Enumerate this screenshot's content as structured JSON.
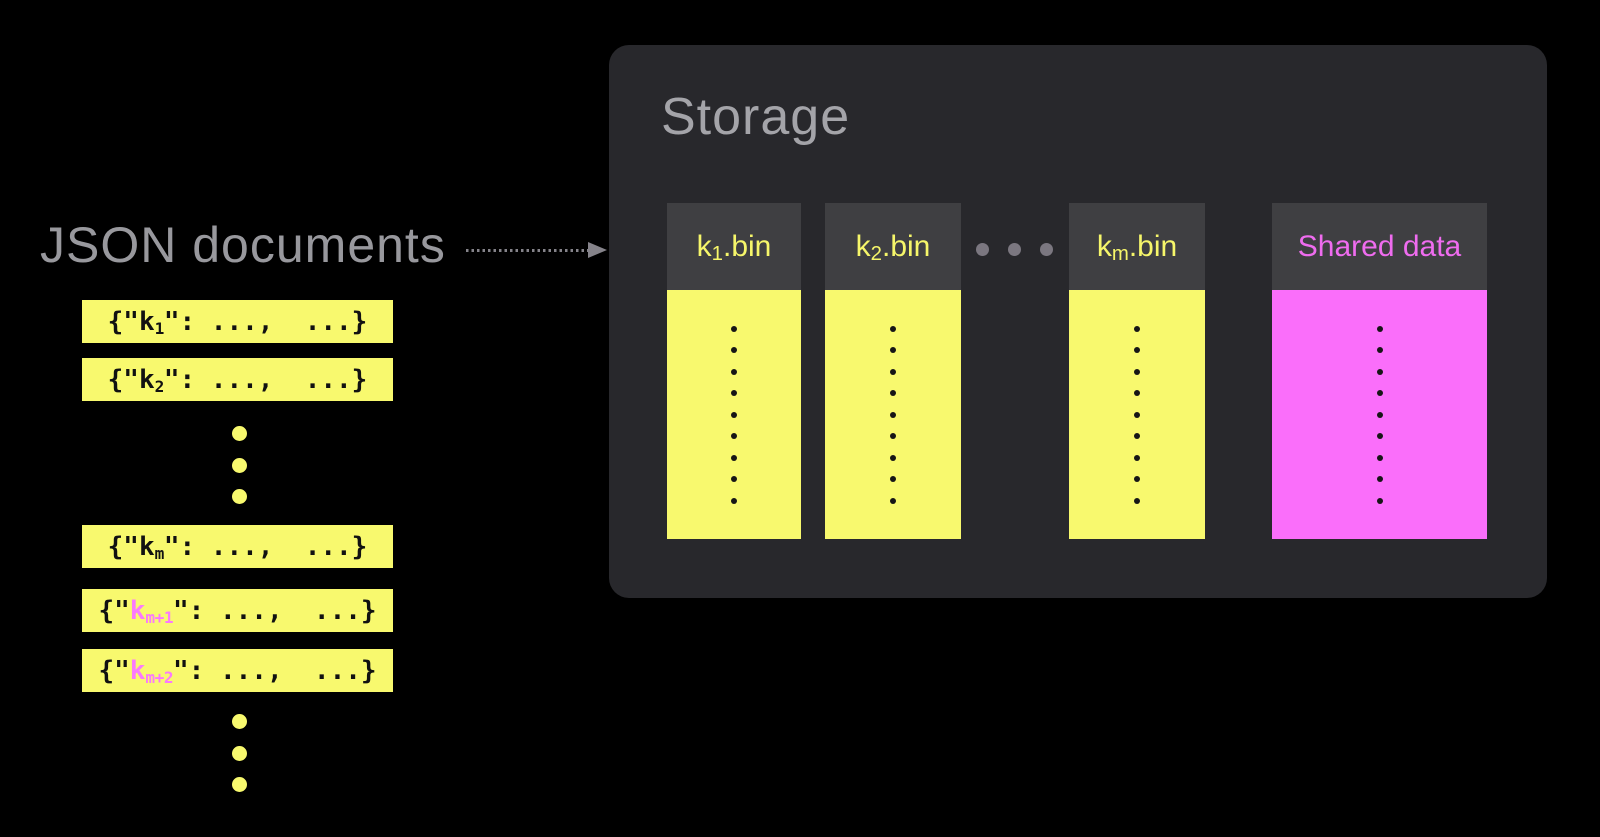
{
  "left_panel": {
    "title": "JSON documents",
    "documents": [
      {
        "open": "{\"",
        "key": "k",
        "sub": "1",
        "close": "\": ...,  ...}"
      },
      {
        "open": "{\"",
        "key": "k",
        "sub": "2",
        "close": "\": ...,  ...}"
      },
      {
        "open": "{\"",
        "key": "k",
        "sub": "m",
        "close": "\": ...,  ...}"
      },
      {
        "open": "{\"",
        "key": "k",
        "sub": "m+1",
        "close": "\": ...,  ...}"
      },
      {
        "open": "{\"",
        "key": "k",
        "sub": "m+2",
        "close": "\": ...,  ...}"
      }
    ]
  },
  "storage": {
    "title": "Storage",
    "columns": [
      {
        "label_base": "k",
        "label_sub": "1",
        "label_ext": ".bin"
      },
      {
        "label_base": "k",
        "label_sub": "2",
        "label_ext": ".bin"
      },
      {
        "label_base": "k",
        "label_sub": "m",
        "label_ext": ".bin"
      },
      {
        "label_base": "Shared data",
        "label_sub": "",
        "label_ext": ""
      }
    ]
  },
  "colors": {
    "background": "#000000",
    "partition_yellow": "#f8f96e",
    "shared_magenta": "#fa6efa",
    "highlight_key_pink": "#fb7afb",
    "column_header_bg": "#3f3f42",
    "storage_panel_bg": "#28282c",
    "muted_gray_text": "#98989d"
  }
}
